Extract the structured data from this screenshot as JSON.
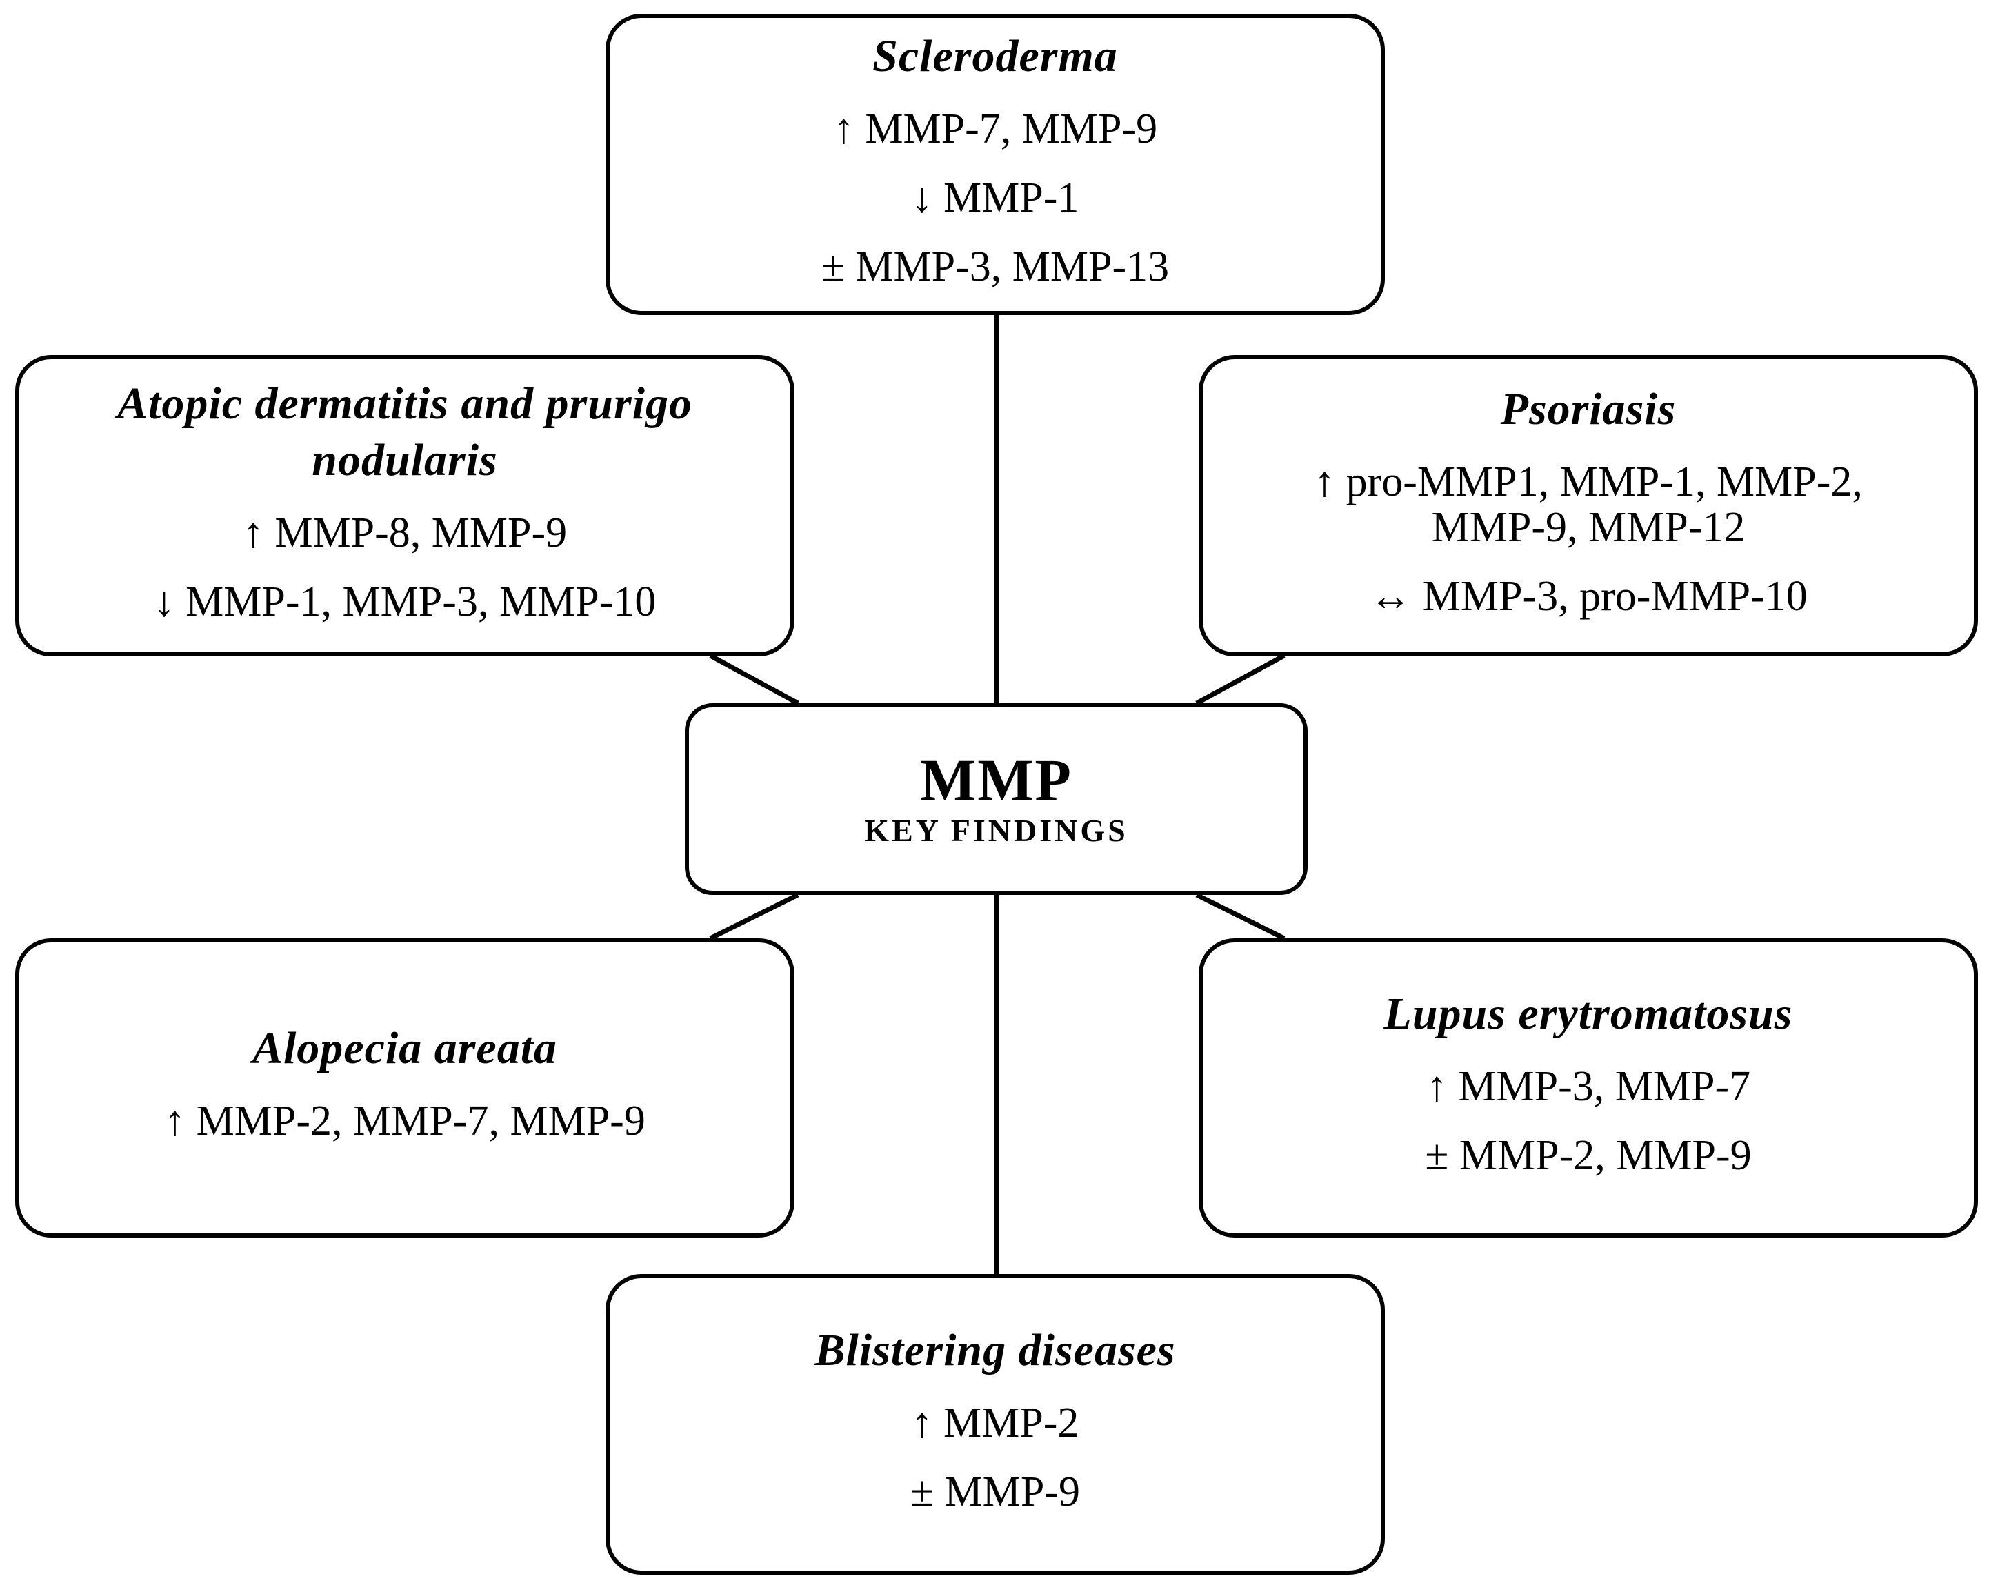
{
  "center": {
    "title": "MMP",
    "subtitle": "KEY FINDINGS"
  },
  "scleroderma": {
    "title": "Scleroderma",
    "findings": [
      "↑ MMP-7, MMP-9",
      "↓ MMP-1",
      "± MMP-3, MMP-13"
    ]
  },
  "atopic": {
    "title_line1": "Atopic dermatitis and prurigo",
    "title_line2": "nodularis",
    "findings": [
      "↑ MMP-8, MMP-9",
      "↓ MMP-1, MMP-3, MMP-10"
    ]
  },
  "psoriasis": {
    "title": "Psoriasis",
    "finding_up_line1": "↑ pro-MMP1, MMP-1, MMP-2,",
    "finding_up_line2": "MMP-9, MMP-12",
    "finding_unchanged": "↔ MMP-3, pro-MMP-10"
  },
  "alopecia": {
    "title": "Alopecia areata",
    "findings": [
      "↑ MMP-2, MMP-7, MMP-9"
    ]
  },
  "lupus": {
    "title": "Lupus erytromatosus",
    "findings": [
      "↑ MMP-3, MMP-7",
      "± MMP-2, MMP-9"
    ]
  },
  "blistering": {
    "title": "Blistering diseases",
    "findings": [
      "↑ MMP-2",
      "± MMP-9"
    ]
  }
}
